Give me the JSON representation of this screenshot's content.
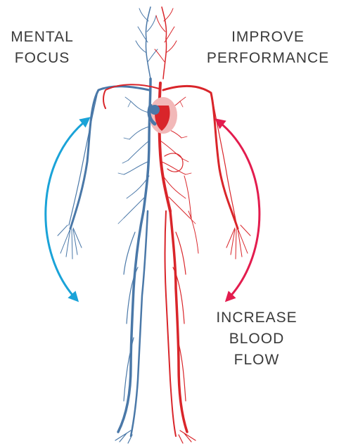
{
  "labels": {
    "mental_focus": [
      "MENTAL",
      "FOCUS"
    ],
    "improve_performance": [
      "IMPROVE",
      "PERFORMANCE"
    ],
    "increase_blood_flow": [
      "INCREASE",
      "BLOOD",
      "FLOW"
    ]
  },
  "colors": {
    "vein": "#4a78a8",
    "artery": "#d9252a",
    "arrow_left": "#1aa3d8",
    "arrow_right": "#e31c4e",
    "heart": "#f2b8b8",
    "text": "#3a3a3a"
  }
}
